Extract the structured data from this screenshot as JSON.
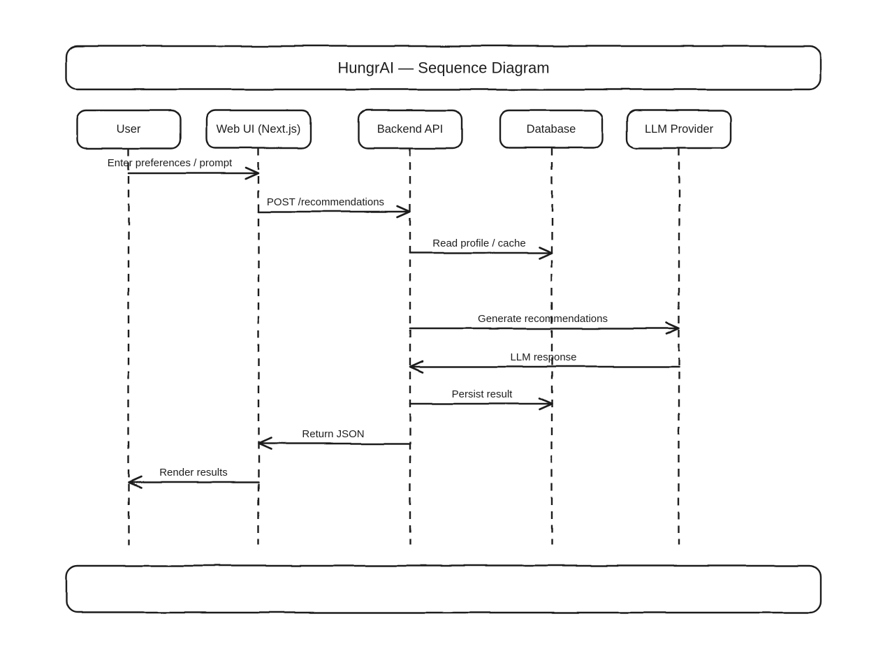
{
  "diagram": {
    "title": "HungrAI — Sequence Diagram",
    "colors": {
      "ink": "#1e1e1e",
      "background": "#ffffff"
    },
    "actors": [
      {
        "id": "user",
        "label": "User"
      },
      {
        "id": "web-ui",
        "label": "Web UI (Next.js)"
      },
      {
        "id": "backend-api",
        "label": "Backend API"
      },
      {
        "id": "database",
        "label": "Database"
      },
      {
        "id": "llm-provider",
        "label": "LLM Provider"
      }
    ],
    "messages": [
      {
        "label": "Enter preferences / prompt",
        "from": "User",
        "to": "Web UI (Next.js)",
        "direction": "right"
      },
      {
        "label": "POST /recommendations",
        "from": "Web UI (Next.js)",
        "to": "Backend API",
        "direction": "right"
      },
      {
        "label": "Read profile / cache",
        "from": "Backend API",
        "to": "Database",
        "direction": "right"
      },
      {
        "label": "Generate recommendations",
        "from": "Backend API",
        "to": "LLM Provider",
        "direction": "right"
      },
      {
        "label": "LLM response",
        "from": "LLM Provider",
        "to": "Backend API",
        "direction": "left"
      },
      {
        "label": "Persist result",
        "from": "Backend API",
        "to": "Database",
        "direction": "right"
      },
      {
        "label": "Return JSON",
        "from": "Backend API",
        "to": "Web UI (Next.js)",
        "direction": "left"
      },
      {
        "label": "Render results",
        "from": "Web UI (Next.js)",
        "to": "User",
        "direction": "left"
      }
    ],
    "footer_text": ""
  }
}
